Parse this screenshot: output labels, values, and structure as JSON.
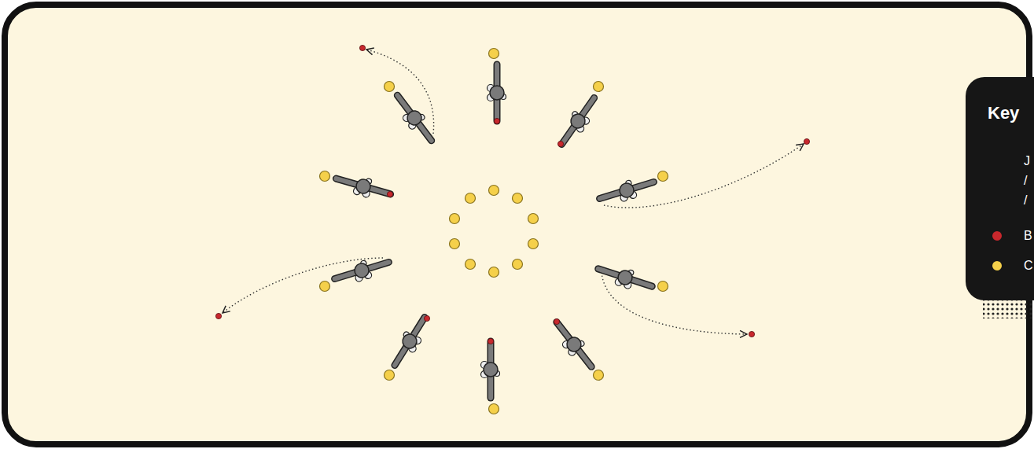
{
  "diagram": {
    "labels": [
      "Key"
    ],
    "legend": [
      {
        "text": "J / /"
      },
      {
        "text": "B",
        "color": "#c8282d"
      },
      {
        "text": "C",
        "color": "#f5d04a"
      }
    ]
  }
}
